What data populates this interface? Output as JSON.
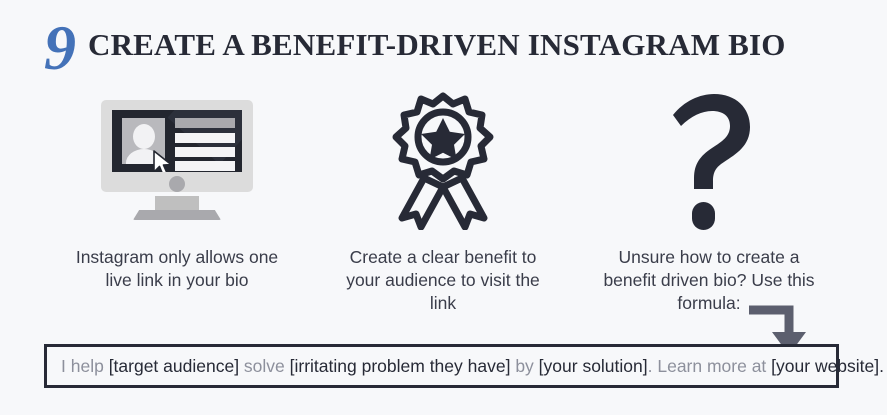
{
  "header": {
    "number": "9",
    "title": "CREATE A BENEFIT-DRIVEN INSTAGRAM BIO",
    "number_color": "#4472b8",
    "title_color": "#272a36"
  },
  "columns": [
    {
      "icon": "monitor-profile-icon",
      "caption": "Instagram only allows one live link in your bio"
    },
    {
      "icon": "award-ribbon-icon",
      "caption": "Create a clear benefit to your audience to visit the link"
    },
    {
      "icon": "question-mark-icon",
      "caption": "Unsure how to create a benefit driven bio? Use this formula:"
    }
  ],
  "arrow": {
    "icon": "elbow-down-arrow-icon",
    "color": "#5c5f6e"
  },
  "formula": {
    "segments": [
      {
        "text": "I help ",
        "style": "dim"
      },
      {
        "text": "[target audience]",
        "style": "strong"
      },
      {
        "text": " solve ",
        "style": "dim"
      },
      {
        "text": "[irritating problem they have]",
        "style": "strong"
      },
      {
        "text": " by ",
        "style": "dim"
      },
      {
        "text": "[your solution]",
        "style": "strong"
      },
      {
        "text": ". Learn more at ",
        "style": "dim"
      },
      {
        "text": "[your website]",
        "style": "strong"
      },
      {
        "text": ".",
        "style": "strong"
      }
    ],
    "border_color": "#272a36",
    "dim_color": "#8d909c",
    "strong_color": "#272a36"
  },
  "theme": {
    "background": "#f7f8fa",
    "icon_dark": "#272a36",
    "monitor_body": "#dcdcdc",
    "monitor_screen": "#23262f"
  }
}
